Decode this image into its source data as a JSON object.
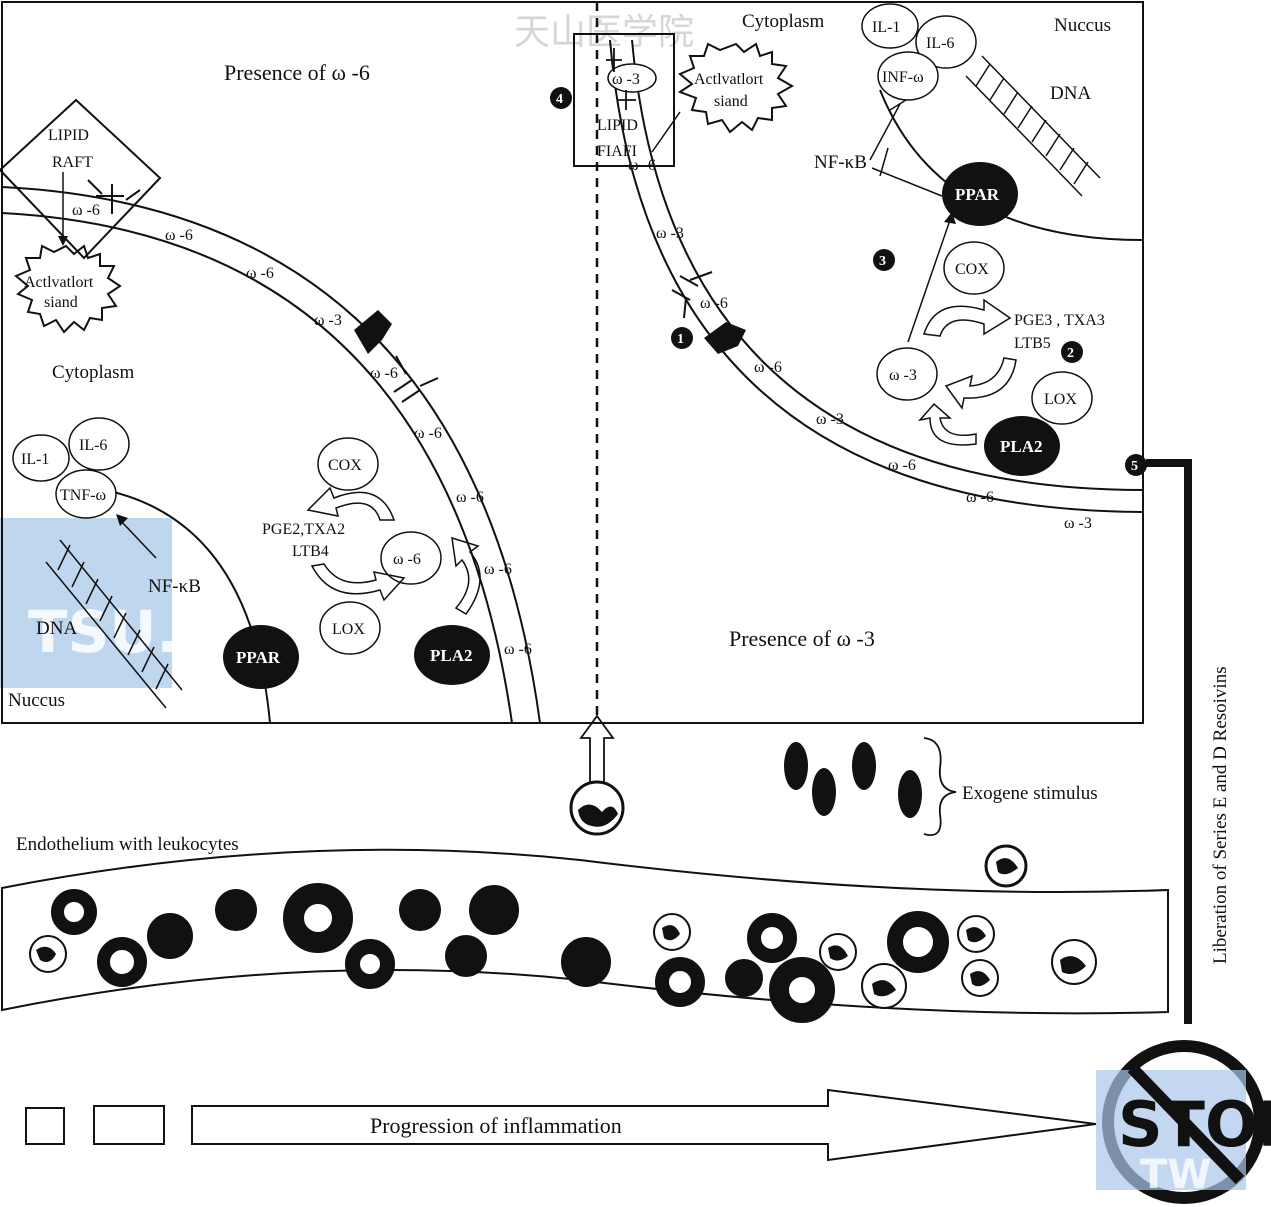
{
  "watermark": {
    "top": "天山医学院",
    "side": "TSU.TW",
    "stop_overlay": "TW"
  },
  "left_cell": {
    "title": "Presence of ω -6",
    "lipid_raft": [
      "LIPID",
      "RAFT"
    ],
    "activated_ligand": [
      "Actlvatlort",
      "siand"
    ],
    "cytoplasm": "Cytoplasm",
    "nucleus": "Nuccus",
    "dna": "DNA",
    "nfkb": "NF-κB",
    "ppar": "PPAR",
    "pla2": "PLA2",
    "cox": "COX",
    "lox": "LOX",
    "omega": "ω -6",
    "prostaglandins": [
      "PGE2,TXA2",
      "LTB4"
    ],
    "cytokines": [
      "IL-1",
      "IL-6",
      "TNF-ω"
    ],
    "membrane_labels": [
      "ω -6",
      "ω -6",
      "ω -6",
      "ω -3",
      "ω -6",
      "ω -6",
      "ω -6",
      "ω -6",
      "ω -6"
    ]
  },
  "right_cell": {
    "title": "Presence of ω -3",
    "cytoplasm": "Cytoplasm",
    "nucleus": "Nuccus",
    "dna": "DNA",
    "nfkb": "NF-κB",
    "ppar": "PPAR",
    "pla2": "PLA2",
    "cox": "COX",
    "lox": "LOX",
    "omega": "ω -3",
    "prostaglandins": [
      "PGE3 , TXA3",
      "LTB5"
    ],
    "cytokines": [
      "IL-1",
      "IL-6",
      "INF-ω"
    ],
    "lipid_raft": [
      "LIPID",
      "FIAFI"
    ],
    "raft_omega": "ω -3",
    "activated_ligand": [
      "Actlvatlort",
      "siand"
    ],
    "membrane_labels": [
      "ω -6",
      "ω -3",
      "ω -6",
      "ω -6",
      "ω -3",
      "ω -6",
      "ω -6",
      "ω -3"
    ]
  },
  "steps": [
    "1",
    "2",
    "3",
    "4",
    "5"
  ],
  "exogene_stimulus": "Exogene stimulus",
  "endothelium": "Endothelium with leukocytes",
  "progression": "Progression of inflammation",
  "liberation": "Liberation of Series E and D Resoivins",
  "stop": "STOP"
}
